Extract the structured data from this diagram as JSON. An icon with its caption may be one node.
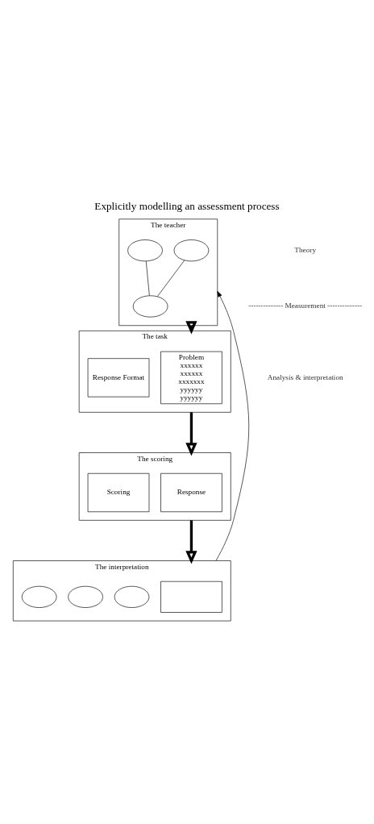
{
  "diagram": {
    "title": "Explicitly modelling an assessment process",
    "nodes": [
      {
        "text": [
          "The teacher"
        ]
      },
      {
        "text": [],
        "shape": "ellipse",
        "in": 0
      },
      {
        "text": [],
        "shape": "ellipse",
        "in": 0
      },
      {
        "text": [],
        "shape": "ellipse",
        "in": 0
      },
      {
        "text": [
          "The task"
        ]
      },
      {
        "text": [
          "Problem",
          "xxxxxx",
          "xxxxxx",
          "xxxxxxx",
          "yyyyyy",
          "yyyyyy"
        ],
        "in": 4
      },
      {
        "text": [
          "Response Format"
        ],
        "in": 4
      },
      {
        "text": [
          "The scoring"
        ]
      },
      {
        "text": [
          "Response"
        ],
        "in": 7
      },
      {
        "text": [
          "Scoring"
        ],
        "in": 7
      },
      {
        "text": [
          "The interpretation"
        ]
      },
      {
        "text": [],
        "shape": "box",
        "in": 10
      },
      {
        "text": [],
        "shape": "ellipse",
        "in": 10
      },
      {
        "text": [],
        "shape": "ellipse",
        "in": 10
      },
      {
        "text": [],
        "shape": "ellipse",
        "in": 10
      }
    ],
    "edges": [
      {
        "from": 1,
        "to": 3,
        "arrow": "none"
      },
      {
        "from": 2,
        "to": 3,
        "arrow": "none"
      },
      {
        "from": 0,
        "to": 4,
        "arrow": "to",
        "style": "thick"
      },
      {
        "from": 4,
        "to": 7,
        "arrow": "to",
        "style": "thick"
      },
      {
        "from": 7,
        "to": 10,
        "arrow": "to",
        "style": "thick"
      },
      {
        "from": 10,
        "to": 0,
        "arrow": "to"
      }
    ],
    "labels": [
      "Theory",
      "-------------- Measurement --------------",
      "Analysis & interpretation"
    ]
  }
}
